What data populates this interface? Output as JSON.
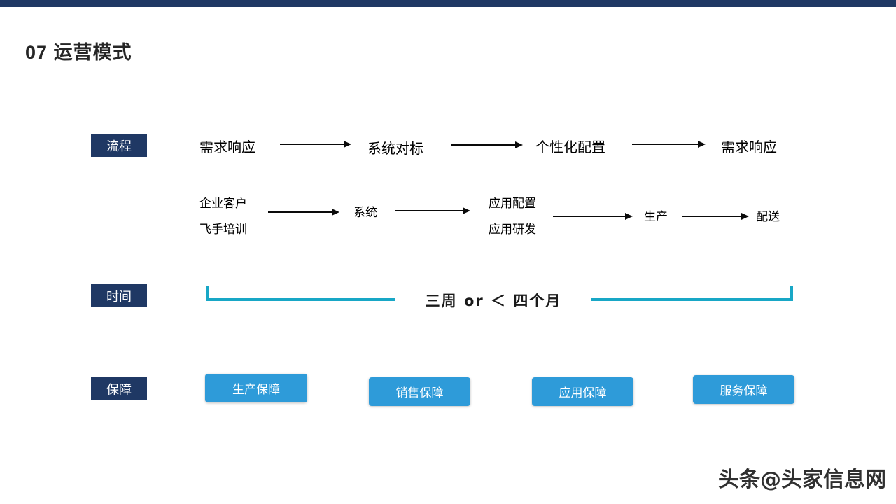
{
  "slide": {
    "title": "07 运营模式",
    "watermark": "头条@头家信息网"
  },
  "process": {
    "label": "流程",
    "steps": [
      "需求响应",
      "系统对标",
      "个性化配置",
      "需求响应"
    ],
    "sub": {
      "col1a": "企业客户",
      "col1b": "飞手培训",
      "col2": "系统",
      "col3a": "应用配置",
      "col3b": "应用研发",
      "col4": "生产",
      "col5": "配送"
    }
  },
  "time": {
    "label": "时间",
    "duration": "三周 or ＜ 四个月"
  },
  "guarantee": {
    "label": "保障",
    "items": [
      "生产保障",
      "销售保障",
      "应用保障",
      "服务保障"
    ]
  },
  "colors": {
    "navy": "#1F3864",
    "button_blue": "#2E9BD9",
    "bracket_teal": "#18A7C6"
  }
}
